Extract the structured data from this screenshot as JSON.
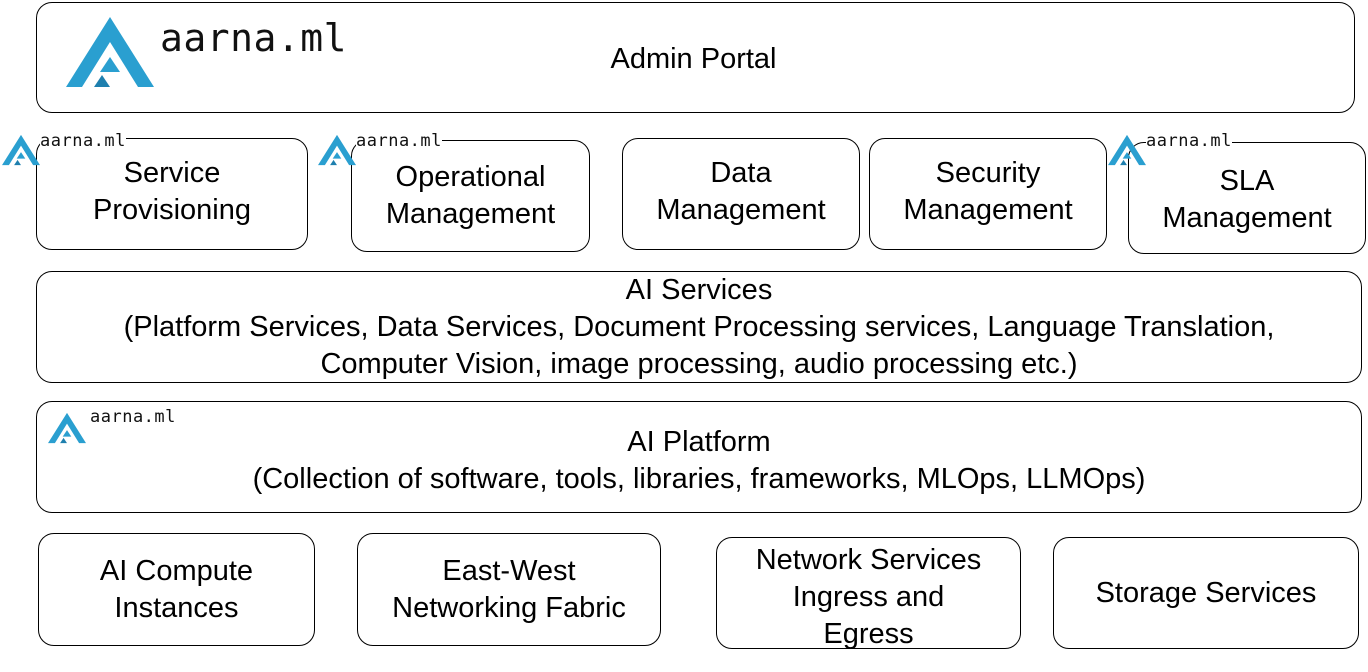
{
  "admin_portal": {
    "title": "Admin Portal"
  },
  "brand": {
    "logo_text": "aarna.ml",
    "logo_color": "#2a9fd0"
  },
  "management_row": [
    {
      "lines": [
        "Service",
        "Provisioning"
      ],
      "has_logo": true
    },
    {
      "lines": [
        "Operational",
        "Management"
      ],
      "has_logo": true
    },
    {
      "lines": [
        "Data",
        "Management"
      ],
      "has_logo": false
    },
    {
      "lines": [
        "Security",
        "Management"
      ],
      "has_logo": false
    },
    {
      "lines": [
        "SLA",
        "Management"
      ],
      "has_logo": true
    }
  ],
  "ai_services": {
    "title": "AI Services",
    "line2": "(Platform Services, Data Services, Document Processing services, Language Translation,",
    "line3": "Computer Vision, image processing, audio processing etc.)"
  },
  "ai_platform": {
    "title": "AI Platform",
    "line2": "(Collection of software, tools, libraries, frameworks, MLOps, LLMOps)"
  },
  "infrastructure_row": [
    {
      "lines": [
        "AI Compute",
        "Instances"
      ]
    },
    {
      "lines": [
        "East-West",
        "Networking Fabric"
      ]
    },
    {
      "lines": [
        "Network Services",
        "Ingress and",
        "Egress"
      ]
    },
    {
      "lines": [
        "Storage Services"
      ]
    }
  ]
}
